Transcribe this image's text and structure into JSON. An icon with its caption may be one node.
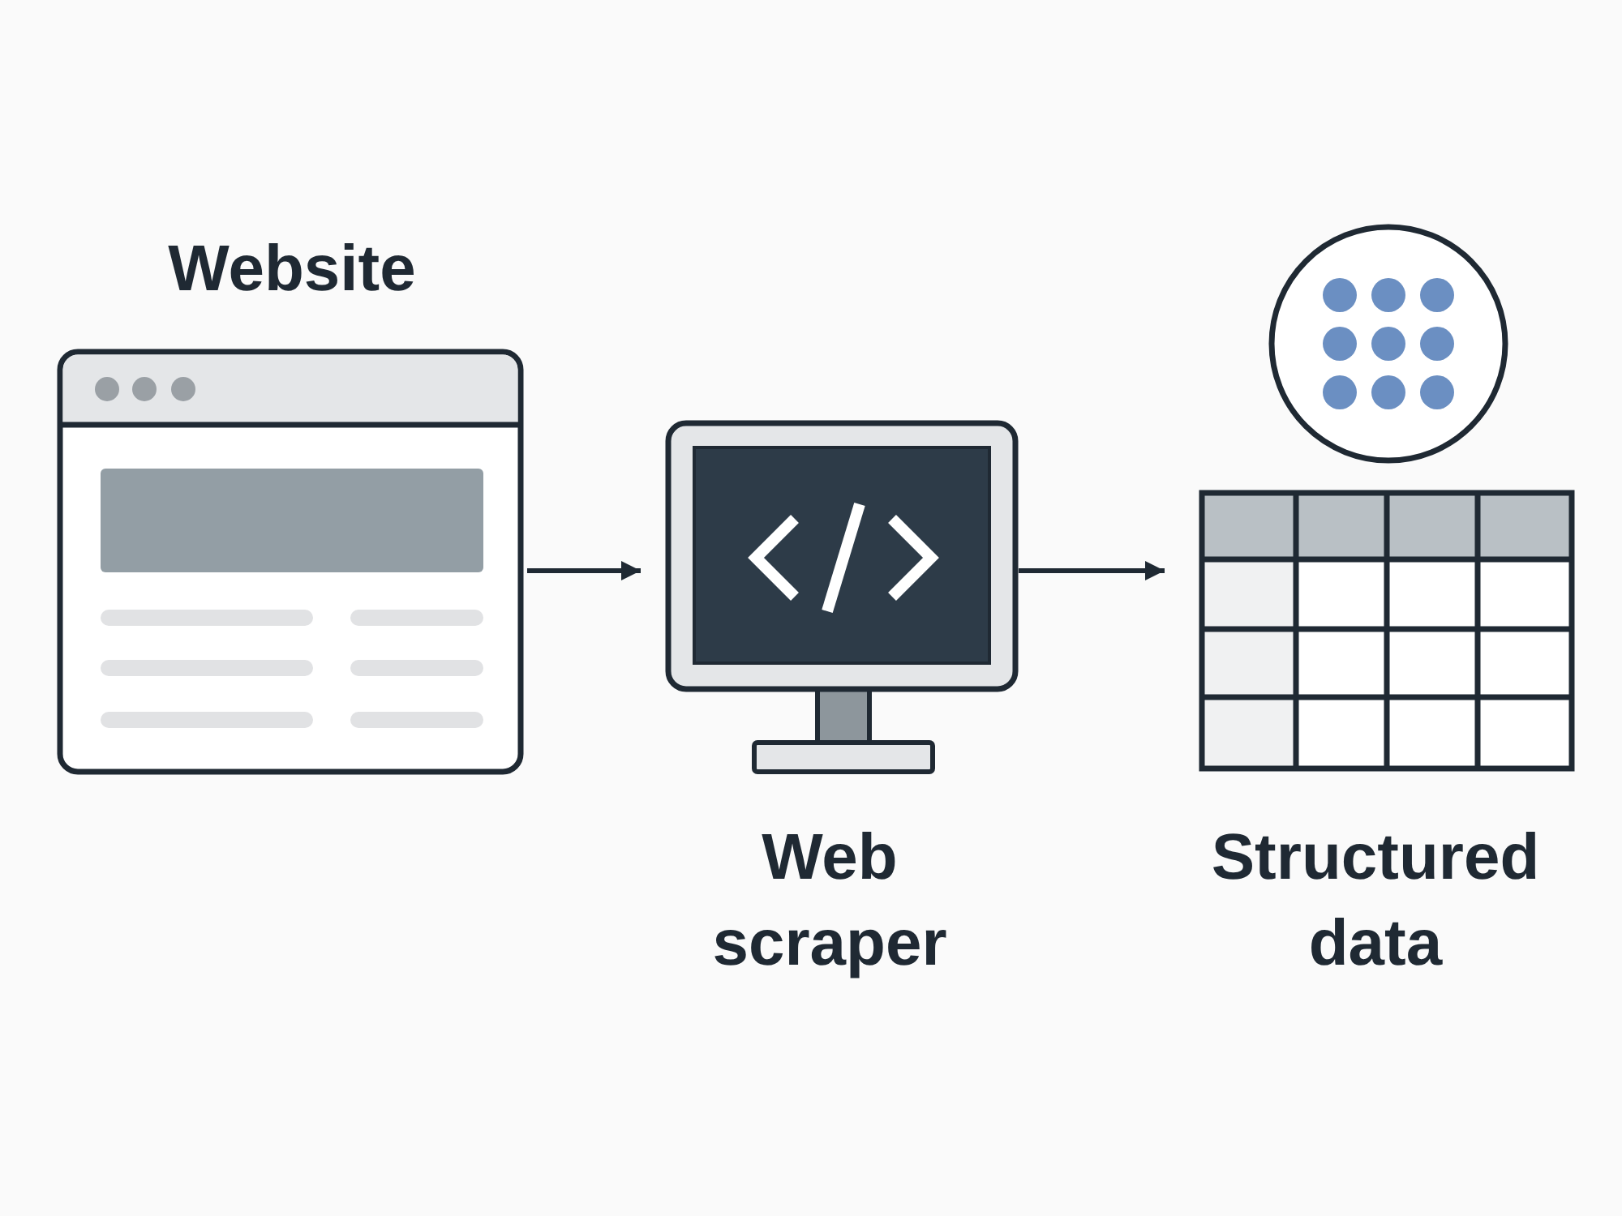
{
  "diagram": {
    "nodes": [
      {
        "text": [
          "Website"
        ]
      },
      {
        "text": [
          "Web scraper"
        ]
      },
      {
        "text": [
          "Structured data"
        ]
      }
    ],
    "edges": [
      {
        "from": 0,
        "to": 1,
        "arrow": "to"
      },
      {
        "from": 1,
        "to": 2,
        "arrow": "to"
      }
    ]
  }
}
